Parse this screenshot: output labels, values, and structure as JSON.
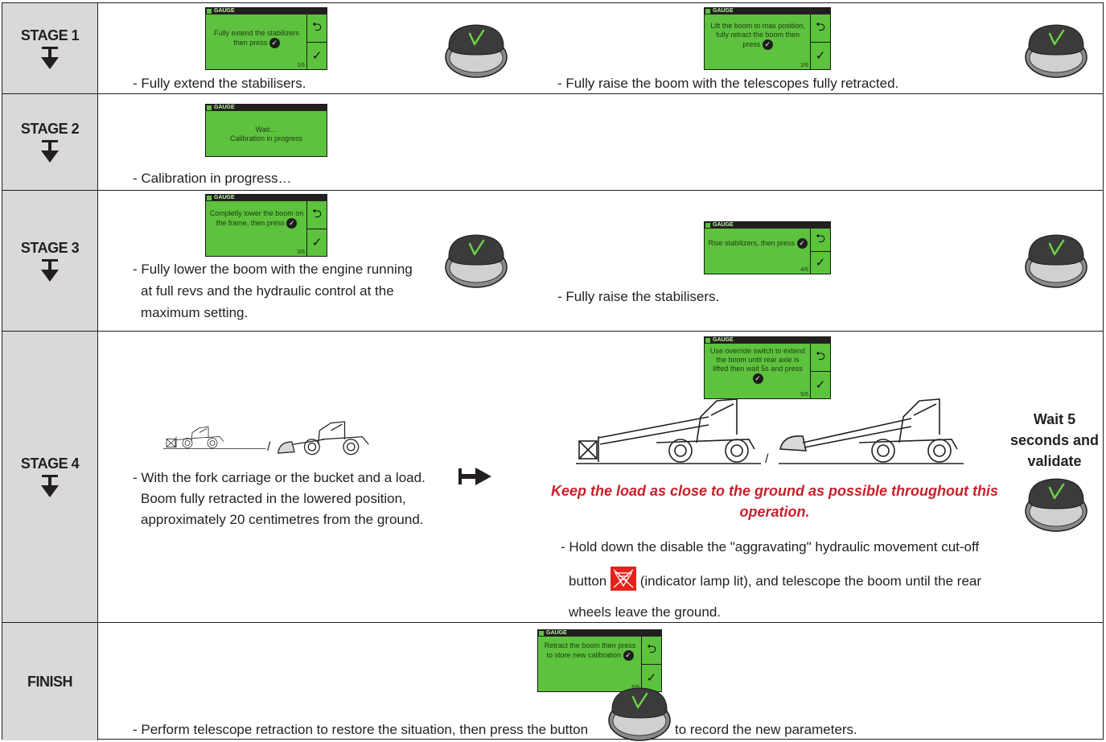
{
  "screen_header": "GAUGE",
  "step_total_sep": "/",
  "rows": {
    "stage1": {
      "name": "STAGE 1",
      "screen_a": {
        "msg": "Fully extend the stabilizers then press",
        "step": "1/6"
      },
      "screen_b": {
        "msg": "Lift the boom to max position, fully retract the boom then press",
        "step": "2/6"
      },
      "text_a": "- Fully extend the stabilisers.",
      "text_b": "- Fully raise the boom with the telescopes fully retracted."
    },
    "stage2": {
      "name": "STAGE 2",
      "screen": {
        "line1": "Wait…",
        "line2": "Calibration in progress"
      },
      "text": "- Calibration in progress…"
    },
    "stage3": {
      "name": "STAGE 3",
      "screen_a": {
        "msg": "Completly lower the boom on the frame, then press",
        "step": "3/6"
      },
      "screen_b": {
        "msg": "Rise stabilizers, then press",
        "step": "4/6"
      },
      "text_a1": "- Fully lower the boom with the engine running",
      "text_a2": "at full revs and the hydraulic control at the",
      "text_a3": "maximum setting.",
      "text_b": "- Fully raise the stabilisers."
    },
    "stage4": {
      "name": "STAGE 4",
      "screen": {
        "msg": "Use override switch to extend the boom until rear axle is lifted then wait 5s and press",
        "step": "5/6"
      },
      "slash": "/",
      "text_a1": "- With the fork carriage or the bucket and a load.",
      "text_a2": "Boom fully retracted in the lowered position,",
      "text_a3": "approximately 20 centimetres from the ground.",
      "warning1": "Keep the load as close to the ground as possible throughout this",
      "warning2": "operation.",
      "text_b1": "- Hold down the disable the \"aggravating\" hydraulic movement cut-off",
      "text_b2_pre": "button",
      "text_b2_post": "(indicator lamp lit), and telescope the boom until the rear",
      "text_b3": "wheels leave the ground.",
      "wait1": "Wait 5",
      "wait2": "seconds and",
      "wait3": "validate"
    },
    "finish": {
      "name": "FINISH",
      "screen": {
        "msg": "Retract the boom then press to store new calibration",
        "step": "6/6"
      },
      "text_pre": "- Perform telescope retraction to restore the situation, then press the button",
      "text_post": "to record the new parameters."
    }
  },
  "icons": {
    "stage_arrow": "down-arrow-bar-icon",
    "validate_button": "validate-button-icon",
    "back": "back-arrow-icon",
    "ok": "checkmark-icon",
    "right_arrow": "right-arrow-bar-icon",
    "lamp": "cutoff-lamp-icon"
  },
  "colors": {
    "screen_green": "#5dc23e",
    "stage_bg": "#d9d9db",
    "warning_red": "#c8202b"
  }
}
